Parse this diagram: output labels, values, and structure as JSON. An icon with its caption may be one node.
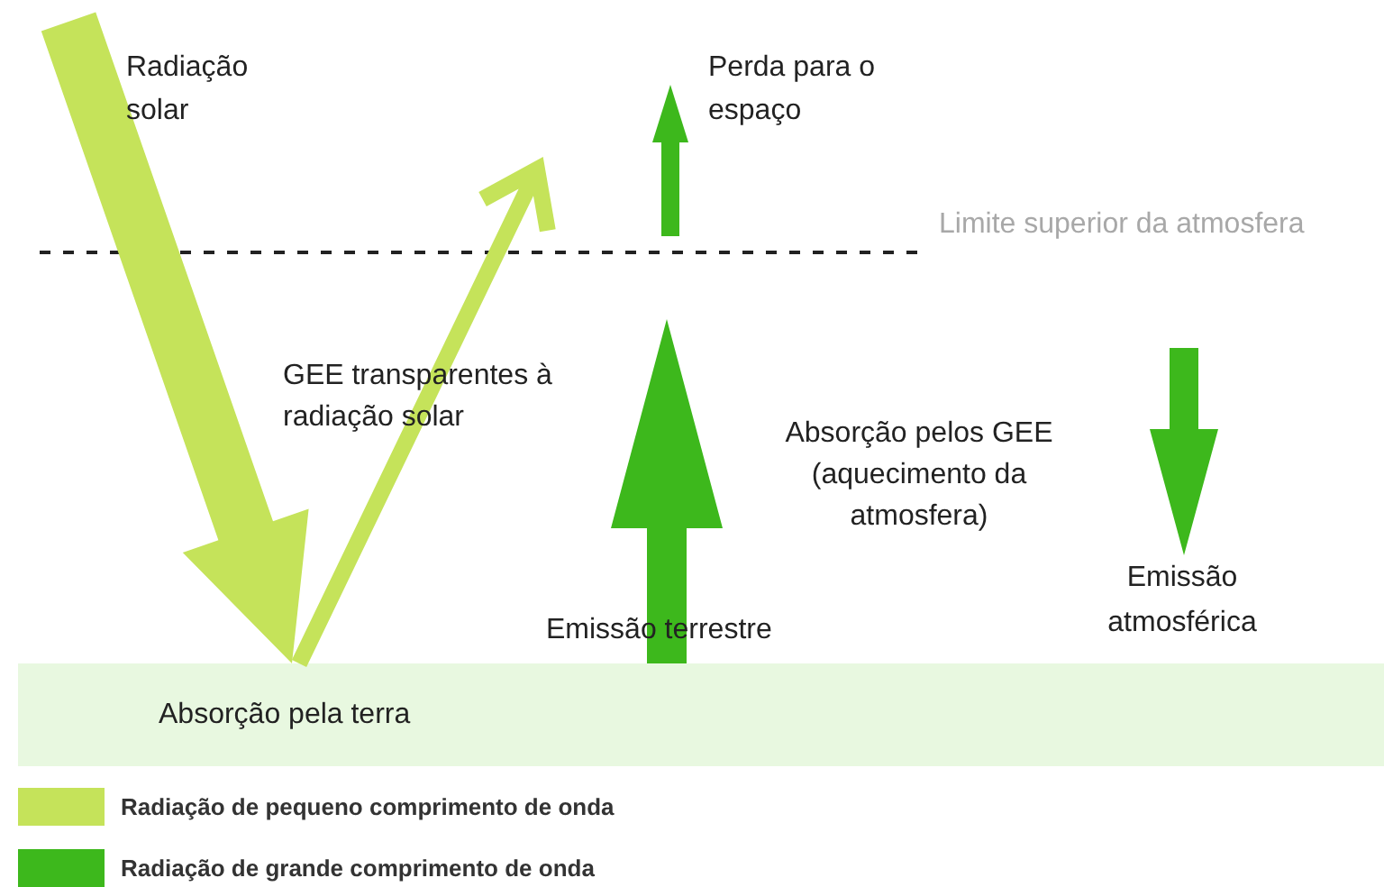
{
  "diagram": {
    "nodes": [
      {
        "text": [
          "Absorção pela terra"
        ]
      },
      {
        "text": [
          "Perda para o espaço"
        ]
      },
      {
        "text": [
          "Emissão atmosférica"
        ]
      }
    ],
    "edges": [
      {
        "from": null,
        "to": 0,
        "arrow": "to",
        "style": "thick",
        "color": "#c5e35a"
      },
      {
        "from": 0,
        "to": null,
        "arrow": "to",
        "color": "#c5e35a"
      },
      {
        "from": 0,
        "to": null,
        "arrow": "to",
        "style": "thick",
        "color": "#3db81c"
      },
      {
        "from": null,
        "to": 1,
        "arrow": "to",
        "style": "thick",
        "color": "#3db81c"
      },
      {
        "from": null,
        "to": 2,
        "arrow": "to",
        "style": "thick",
        "color": "#3db81c"
      }
    ],
    "labels": [
      "Radiação solar",
      "Limite superior da atmosfera",
      "GEE transparentes à radiação solar",
      "Absorção pelos GEE (aquecimento da atmosfera)",
      "Emissão terrestre"
    ],
    "legend": [
      {
        "text": "Radiação de pequeno comprimento de onda",
        "color": "#c5e35a"
      },
      {
        "text": "Radiação de grande comprimento de onda",
        "color": "#3db81c"
      }
    ]
  }
}
